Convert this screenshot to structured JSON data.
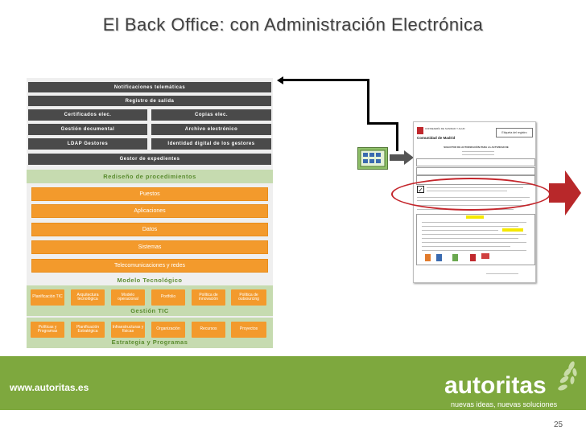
{
  "slide": {
    "title": "El Back Office: con Administración Electrónica",
    "page_number": "25"
  },
  "diagram": {
    "notificaciones": "Notificaciones telemáticas",
    "registro": "Registro de salida",
    "certificados": "Certificados elec.",
    "copias": "Copias elec.",
    "gestion_documental": "Gestión documental",
    "archivo": "Archivo electrónico",
    "ldap": "LDAP Gestores",
    "identidad": "Identidad digital de los gestores",
    "gestor_expedientes": "Gestor de expedientes",
    "rediseno": "Rediseño de procedimientos",
    "orange_bars": [
      "Puestos",
      "Aplicaciones",
      "Datos",
      "Sistemas",
      "Telecomunicaciones y redes"
    ],
    "modelo_tecnologico": "Modelo Tecnológico",
    "tic_buttons": [
      "Planificación TIC",
      "Arquitectura tecnológica",
      "Modelo operacional",
      "Portfolio",
      "Política de innovación",
      "Política de outsourcing"
    ],
    "gestion_tic": "Gestión TIC",
    "strategy_buttons": [
      "Políticas y Programas",
      "Planificación Estratégica",
      "Infraestructuras y físicas",
      "Organización",
      "Recursos",
      "Proyectos"
    ],
    "estrategia": "Estrategia y Programas"
  },
  "form": {
    "entity_line1": "Comunidad de Madrid",
    "header_small": "CONSEJERÍA DE SANIDAD Y ALUD",
    "stamp": "Etiqueta del registro",
    "heading": "SOLICITUD DE AUTORIZACIÓN PARA LA ACTIVIDAD DE",
    "checkmark": "✓"
  },
  "footer": {
    "url": "www.autoritas.es",
    "brand": "autoritas",
    "slogan": "nuevas ideas, nuevas soluciones"
  },
  "colors": {
    "dark_bar": "#4a4a4a",
    "orange": "#f39a2c",
    "green_band": "#7ea83e",
    "green_label": "#5a8c2f",
    "arrow_red": "#b8282a"
  }
}
